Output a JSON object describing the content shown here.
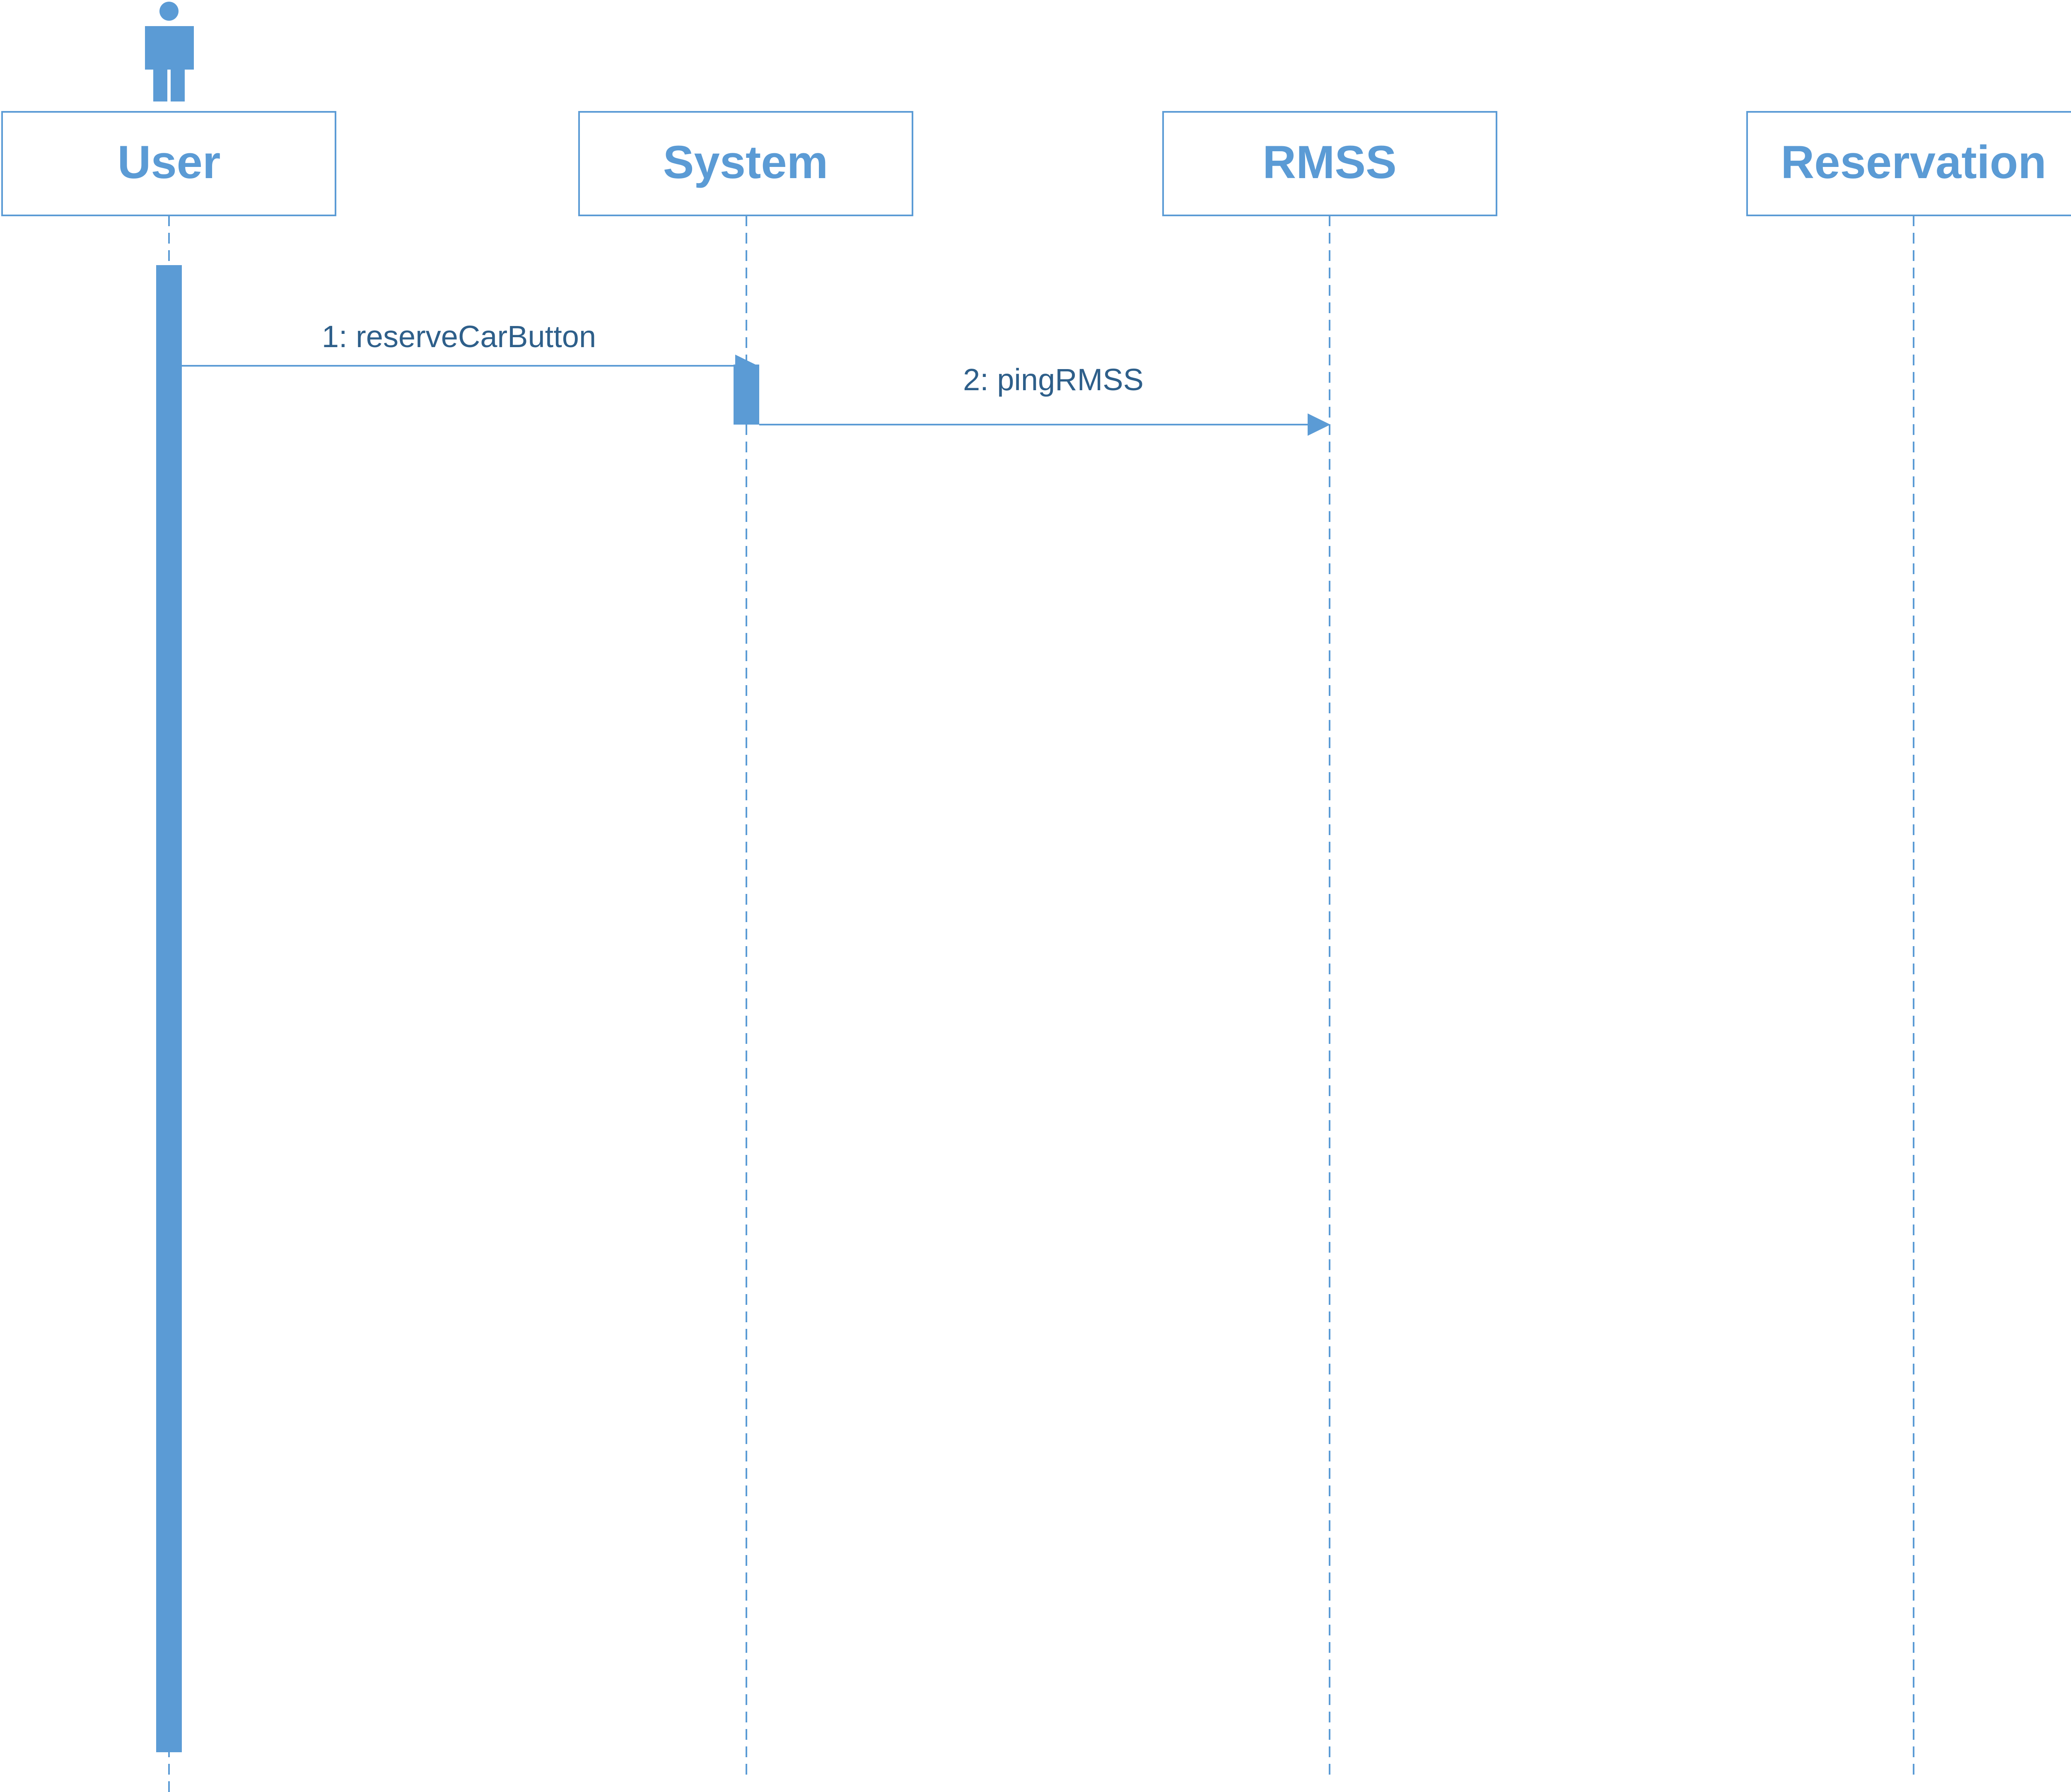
{
  "colors": {
    "accent": "#5b9bd5",
    "message_text": "#2e5f8a",
    "background": "#ffffff"
  },
  "diagram": {
    "type": "sequence",
    "actor": {
      "icon": "person-icon",
      "participant_index": 0
    },
    "participants": [
      {
        "id": "user",
        "label": "User"
      },
      {
        "id": "system",
        "label": "System"
      },
      {
        "id": "rmss",
        "label": "RMSS"
      },
      {
        "id": "reservation",
        "label": "Reservation"
      }
    ],
    "messages": [
      {
        "from": 0,
        "to": 1,
        "label": "1: reserveCarButton"
      },
      {
        "from": 1,
        "to": 2,
        "label": "2: pingRMSS"
      }
    ]
  }
}
